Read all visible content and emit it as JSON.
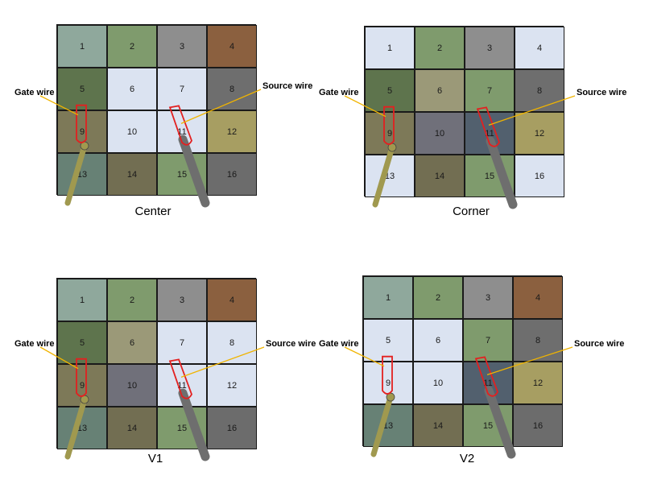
{
  "labels": {
    "gate_wire": "Gate wire",
    "source_wire": "Source wire"
  },
  "colors": {
    "annotation_line": "#f0b400",
    "electrode_outline": "#e32020",
    "gate_wire": "#a0994f",
    "source_wire": "#6e6e6e",
    "grid_border": "#1a1a1a"
  },
  "cell_colors": {
    "1": "#8fa89c",
    "2": "#7f9b6d",
    "3": "#8e8e8e",
    "4": "#8b603f",
    "5": "#5e744d",
    "6": "#9b9978",
    "7": "#7f9b6d",
    "8": "#6e6e6e",
    "9": "#7d7958",
    "10": "#70707a",
    "11": "#52606e",
    "12": "#a79e62",
    "13": "#678175",
    "14": "#726e52",
    "15": "#7f9b6d",
    "16": "#6c6c6c",
    "active": "#dbe3f1"
  },
  "panels": [
    {
      "caption": "Center",
      "active": [
        6,
        7,
        10,
        11
      ]
    },
    {
      "caption": "Corner",
      "active": [
        1,
        4,
        13,
        16
      ]
    },
    {
      "caption": "V1",
      "active": [
        7,
        8,
        11,
        12
      ]
    },
    {
      "caption": "V2",
      "active": [
        5,
        6,
        9,
        10
      ]
    }
  ]
}
